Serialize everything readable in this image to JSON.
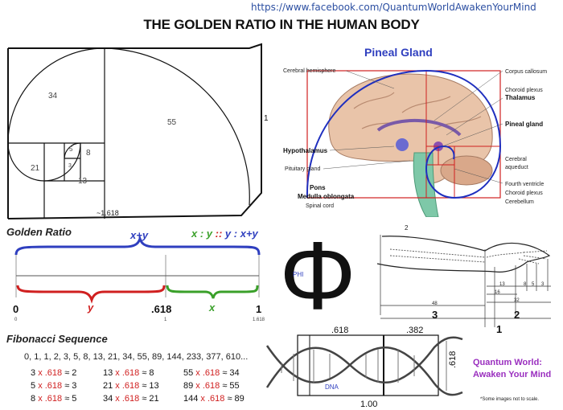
{
  "header": {
    "url": "https://www.facebook.com/QuantumWorldAwakenYourMind",
    "title": "THE GOLDEN RATIO IN THE HUMAN BODY"
  },
  "spiral": {
    "squares": [
      "34",
      "55",
      "21",
      "13",
      "8",
      "5",
      "3"
    ],
    "side_label": "1",
    "bottom_label": "~1.618"
  },
  "brain": {
    "title": "Pineal Gland",
    "labels_left": {
      "cerebral_hemisphere": "Cerebral hemisphere",
      "hypothalamus": "Hypothalamus",
      "pituitary": "Pituitary gland",
      "pons": "Pons",
      "medulla": "Medulla oblongata",
      "spinal": "Spinal cord"
    },
    "labels_right": {
      "corpus": "Corpus callosum",
      "choroid1": "Choroid plexus",
      "thalamus": "Thalamus",
      "pineal": "Pineal gland",
      "aqueduct1": "Cerebral",
      "aqueduct2": "aqueduct",
      "fourth": "Fourth ventricle",
      "choroid2": "Choroid plexus",
      "cerebellum": "Cerebellum"
    }
  },
  "golden_ratio": {
    "heading": "Golden Ratio",
    "xy": "x+y",
    "formula_x": "x",
    "formula_colon1": " : ",
    "formula_y": "y",
    "formula_sep": " :: ",
    "formula_y2": "y",
    "formula_colon2": " : ",
    "formula_xy": "x+y",
    "label_y": "y",
    "label_x": "x",
    "val_0": "0",
    "val_0_sub": "0",
    "val_618": ".618",
    "val_618_sub": "1",
    "val_1": "1",
    "val_1_sub": "1.618"
  },
  "phi": {
    "symbol": "Φ",
    "label": "PHI"
  },
  "arm": {
    "top_label": "2",
    "measures": [
      "13",
      "8",
      "5",
      "3",
      "16",
      "32",
      "48"
    ],
    "big_3": "3",
    "big_2": "2",
    "big_1": "1"
  },
  "fibonacci": {
    "heading": "Fibonacci Sequence",
    "sequence": "0, 1, 1, 2, 3, 5, 8, 13, 21, 34, 55, 89, 144, 233, 377, 610...",
    "rows": [
      [
        {
          "a": "3",
          "r": "2"
        },
        {
          "a": "13",
          "r": "8"
        },
        {
          "a": "55",
          "r": "34"
        }
      ],
      [
        {
          "a": "5",
          "r": "3"
        },
        {
          "a": "21",
          "r": "13"
        },
        {
          "a": "89",
          "r": "55"
        }
      ],
      [
        {
          "a": "8",
          "r": "5"
        },
        {
          "a": "34",
          "r": "21"
        },
        {
          "a": "144",
          "r": "89"
        }
      ]
    ],
    "mult": "x .618",
    "approx": "≈"
  },
  "dna": {
    "top_left": ".618",
    "top_right": ".382",
    "side": ".618",
    "label": "DNA",
    "bottom": "1.00"
  },
  "brand": {
    "line1": "Quantum World:",
    "line2": "Awaken Your Mind",
    "footnote": "*Some images not to scale.",
    "color": "#9a2fbf"
  },
  "colors": {
    "blue": "#2f3fbf",
    "green": "#3aa02a",
    "red": "#d02020",
    "purple": "#9a2fbf"
  }
}
